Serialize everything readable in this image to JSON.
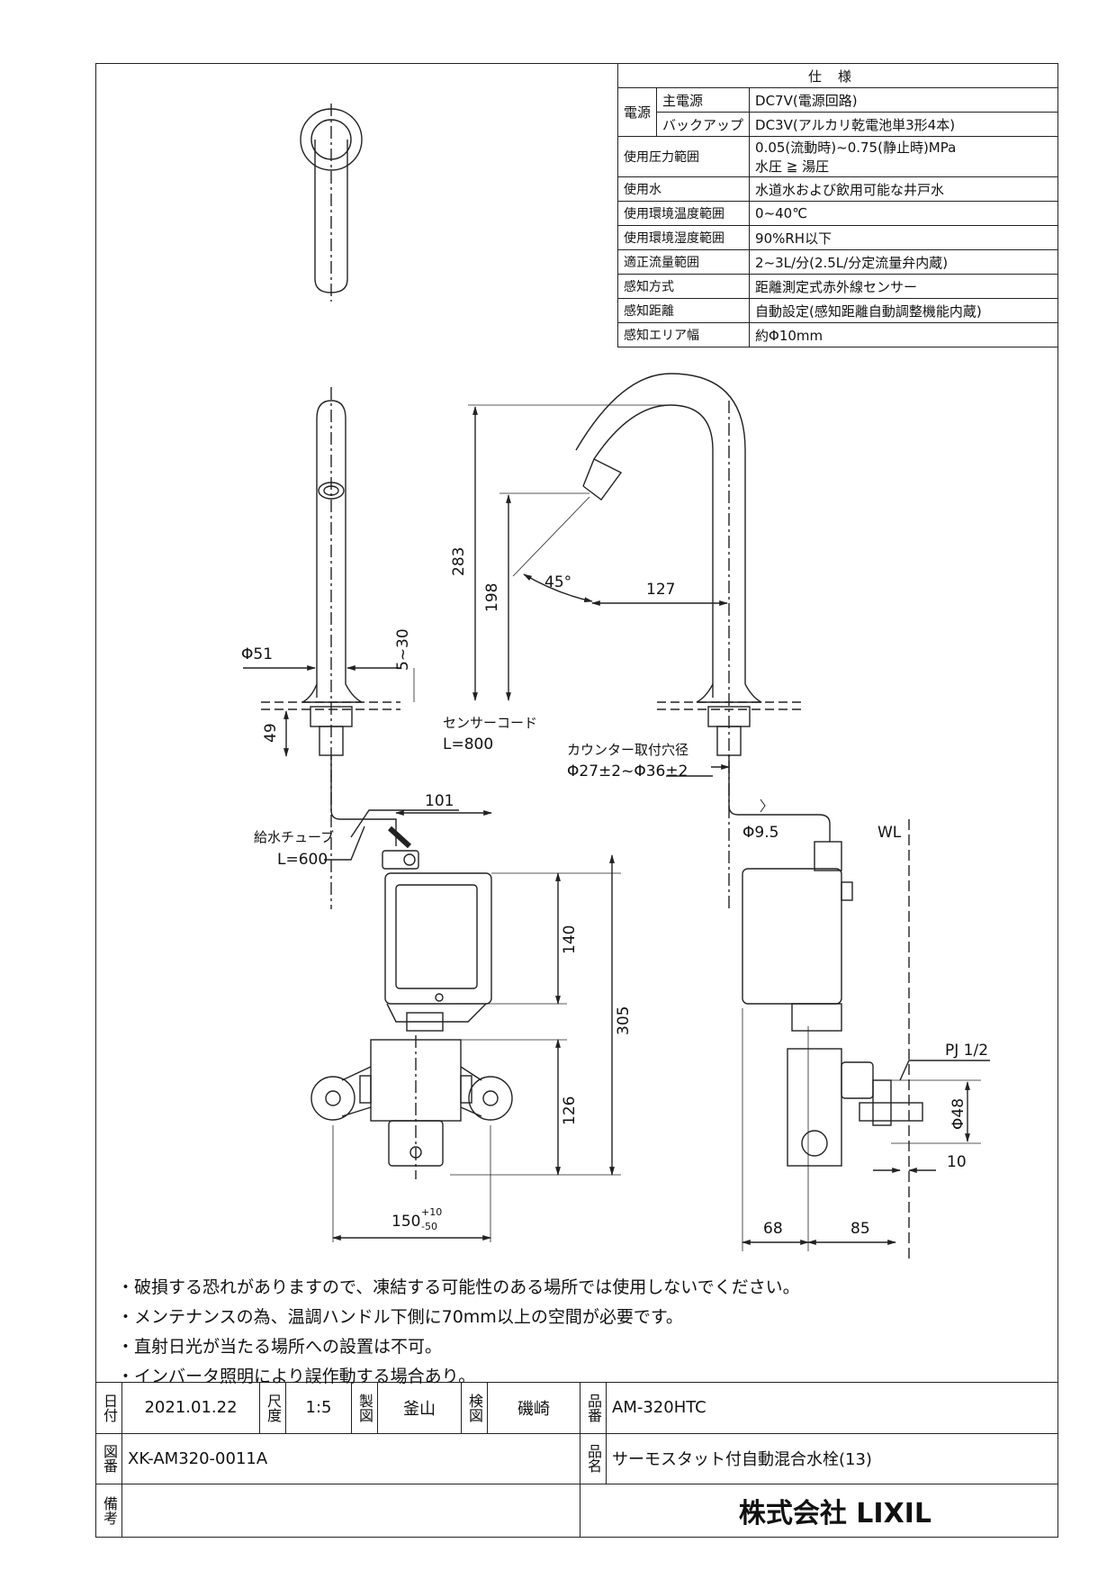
{
  "spec": {
    "header": "仕様",
    "rows": [
      {
        "group": "電源",
        "key": "主電源",
        "value": "DC7V(電源回路)"
      },
      {
        "key": "バックアップ",
        "value": "DC3V(アルカリ乾電池単3形4本)"
      },
      {
        "key": "使用圧力範囲",
        "value": "0.05(流動時)~0.75(静止時)MPa",
        "value2": "水圧 ≧ 湯圧"
      },
      {
        "key": "使用水",
        "value": "水道水および飲用可能な井戸水"
      },
      {
        "key": "使用環境温度範囲",
        "value": "0~40℃"
      },
      {
        "key": "使用環境湿度範囲",
        "value": "90%RH以下"
      },
      {
        "key": "適正流量範囲",
        "value": "2~3L/分(2.5L/分定流量弁内蔵)"
      },
      {
        "key": "感知方式",
        "value": "距離測定式赤外線センサー"
      },
      {
        "key": "感知距離",
        "value": "自動設定(感知距離自動調整機能内蔵)"
      },
      {
        "key": "感知エリア幅",
        "value": "約Φ10mm"
      }
    ]
  },
  "dims": {
    "d283": "283",
    "d198": "198",
    "d45": "45°",
    "d127": "127",
    "d51": "Φ51",
    "d5_30": "5~30",
    "d49": "49",
    "sensor_cord": "センサーコード",
    "sensor_cord_len": "L=800",
    "d101": "101",
    "supply_tube": "給水チューブ",
    "supply_tube_len": "L=600",
    "counter_hole": "カウンター取付穴径",
    "counter_hole_val": "Φ27±2~Φ36±2",
    "d9_5": "Φ9.5",
    "wl": "WL",
    "d140": "140",
    "d305": "305",
    "d126": "126",
    "d150": "150",
    "d150_tol_up": "+10",
    "d150_tol_dn": "-50",
    "pj": "PJ 1/2",
    "d48": "Φ48",
    "d10": "10",
    "d68": "68",
    "d85": "85"
  },
  "notes": [
    "・破損する恐れがありますので、凍結する可能性のある場所では使用しないでください。",
    "・メンテナンスの為、温調ハンドル下側に70mm以上の空間が必要です。",
    "・直射日光が当たる場所への設置は不可。",
    "・インバータ照明により誤作動する場合あり。"
  ],
  "titleblock": {
    "date_label": "日付",
    "date": "2021.01.22",
    "scale_label": "尺度",
    "scale": "1:5",
    "drawn_label": "製図",
    "drawn": "釜山",
    "check_label": "検図",
    "check": "磯崎",
    "part_no_label": "品番",
    "part_no": "AM-320HTC",
    "drawing_no_label": "図番",
    "drawing_no": "XK-AM320-0011A",
    "part_name_label": "品名",
    "part_name": "サーモスタット付自動混合水栓(13)",
    "remarks_label": "備考",
    "company": "株式会社 LIXIL"
  }
}
